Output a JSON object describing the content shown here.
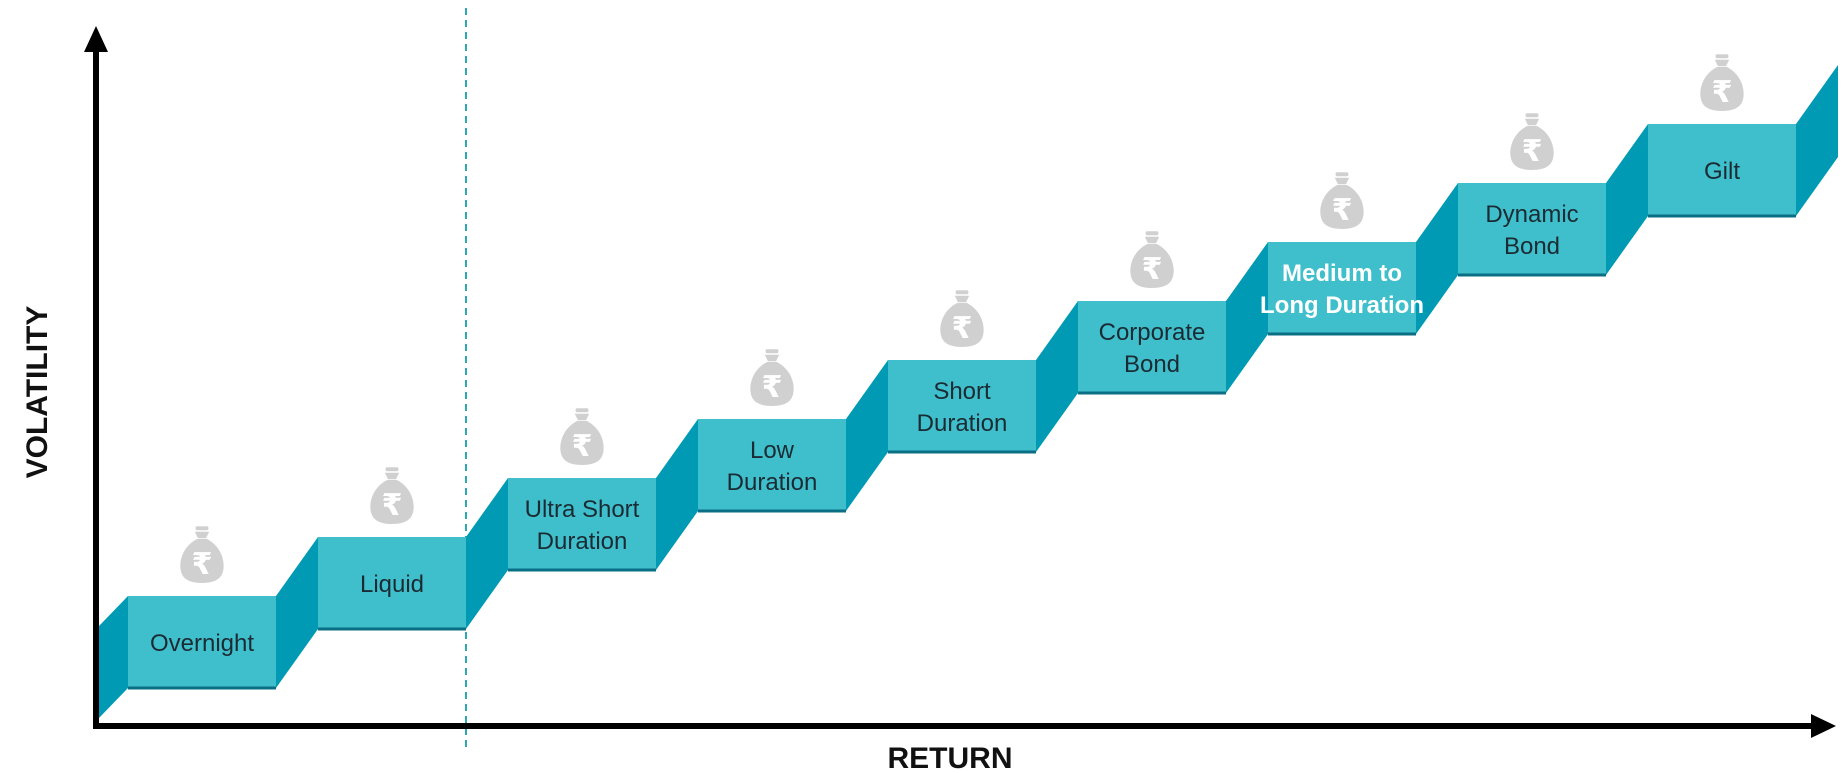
{
  "axes": {
    "y_label": "VOLATILITY",
    "x_label": "RETURN"
  },
  "colors": {
    "step_top": "#3fbfcc",
    "step_front": "#009ab5",
    "step_edge": "#0a6f85",
    "bag": "#d0d0d0",
    "axis": "#000000",
    "divider": "#2aa9b5",
    "highlight_text": "#ffffff"
  },
  "bag_icon": {
    "name": "money-bag-icon",
    "symbol": "₹"
  },
  "steps": [
    {
      "name": "overnight",
      "lines": [
        "Overnight"
      ],
      "highlight": false
    },
    {
      "name": "liquid",
      "lines": [
        "Liquid"
      ],
      "highlight": false
    },
    {
      "name": "ultra-short-duration",
      "lines": [
        "Ultra Short",
        "Duration"
      ],
      "highlight": false
    },
    {
      "name": "low-duration",
      "lines": [
        "Low",
        "Duration"
      ],
      "highlight": false
    },
    {
      "name": "short-duration",
      "lines": [
        "Short",
        "Duration"
      ],
      "highlight": false
    },
    {
      "name": "corporate-bond",
      "lines": [
        "Corporate",
        "Bond"
      ],
      "highlight": false
    },
    {
      "name": "medium-to-long-duration",
      "lines": [
        "Medium to",
        "Long Duration"
      ],
      "highlight": true
    },
    {
      "name": "dynamic-bond",
      "lines": [
        "Dynamic",
        "Bond"
      ],
      "highlight": false
    },
    {
      "name": "gilt",
      "lines": [
        "Gilt"
      ],
      "highlight": false
    }
  ]
}
